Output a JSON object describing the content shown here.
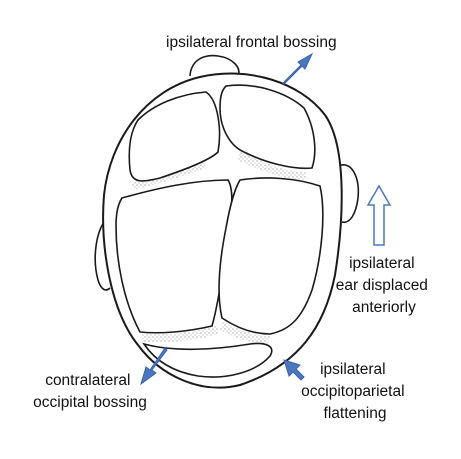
{
  "labels": {
    "frontal": [
      "ipsilateral frontal bossing"
    ],
    "ear": [
      "ipsilateral",
      "ear displaced",
      "anteriorly"
    ],
    "contralateral": [
      "contralateral",
      "occipital bossing"
    ],
    "flattening": [
      "ipsilateral",
      "occipitoparietal",
      "flattening"
    ]
  },
  "colors": {
    "arrow_fill": "#4a78c0",
    "line": "#1a1a1a",
    "text": "#111111"
  },
  "icons": {
    "frontal_arrow": "arrow-up-right",
    "ear_arrow": "hollow-arrow-up",
    "occipital_arrow": "arrow-down-left",
    "flattening_arrow": "arrow-up-left"
  }
}
